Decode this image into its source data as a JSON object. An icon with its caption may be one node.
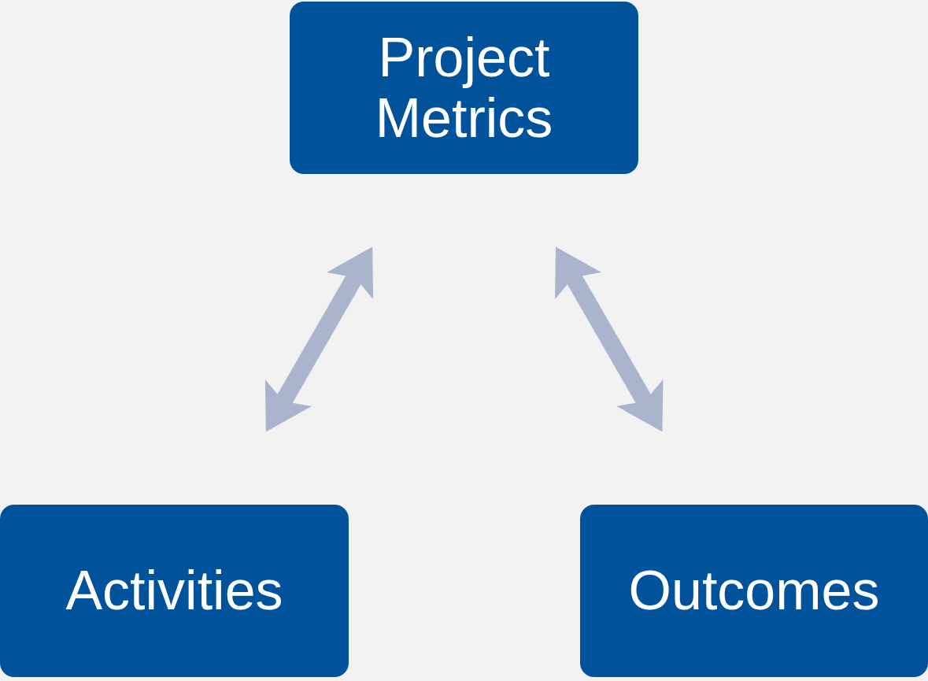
{
  "diagram": {
    "nodes": [
      {
        "text": [
          "Project Metrics"
        ]
      },
      {
        "text": [
          "Activities"
        ]
      },
      {
        "text": [
          "Outcomes"
        ]
      }
    ],
    "edges": [
      {
        "from": 1,
        "to": 0,
        "arrow": "both"
      },
      {
        "from": 0,
        "to": 2,
        "arrow": "both"
      }
    ]
  }
}
